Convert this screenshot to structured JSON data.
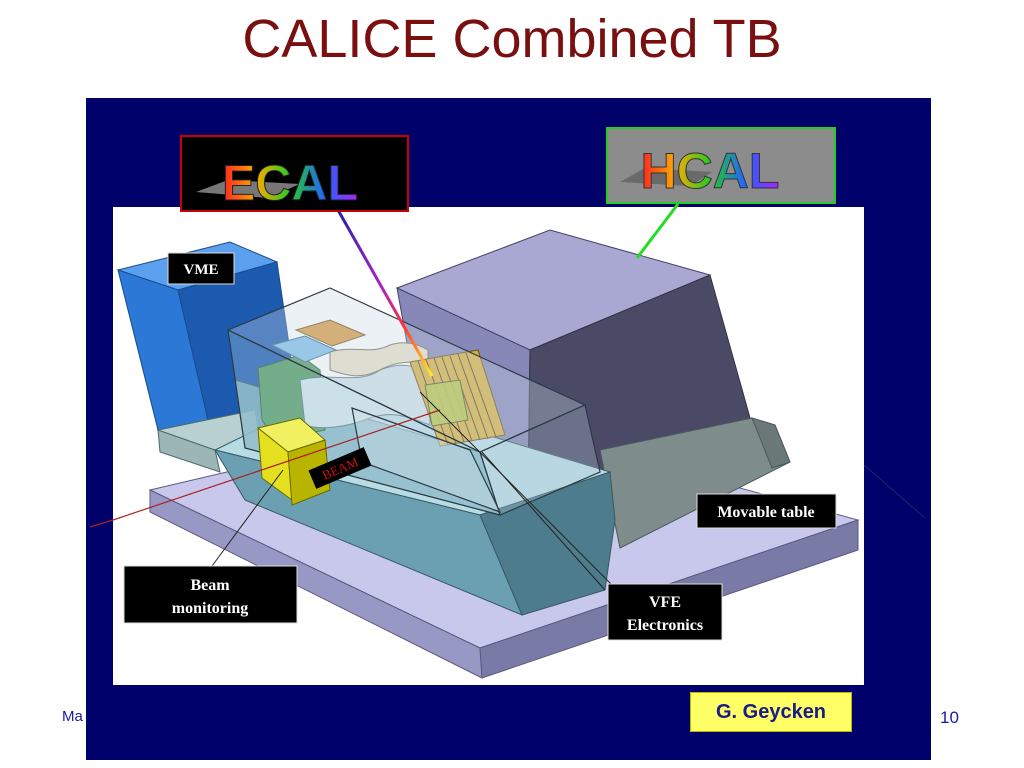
{
  "slide": {
    "title": "CALICE Combined TB",
    "footer_left": "Ma",
    "page_number": "10",
    "author": "G. Geycken"
  },
  "diagram": {
    "ecal_badge": "ECAL",
    "hcal_badge": "HCAL",
    "labels": {
      "vme": "VME",
      "beam": "BEAM",
      "movable_table": "Movable table",
      "beam_monitoring": [
        "Beam",
        "monitoring"
      ],
      "vfe_electronics": [
        "VFE",
        "Electronics"
      ]
    }
  },
  "colors": {
    "title": "#7a0f0f",
    "panel": "#00006b",
    "author_bg": "#ffff66",
    "ecal_frame": "#cc0000",
    "hcal_frame": "#22cc22"
  }
}
